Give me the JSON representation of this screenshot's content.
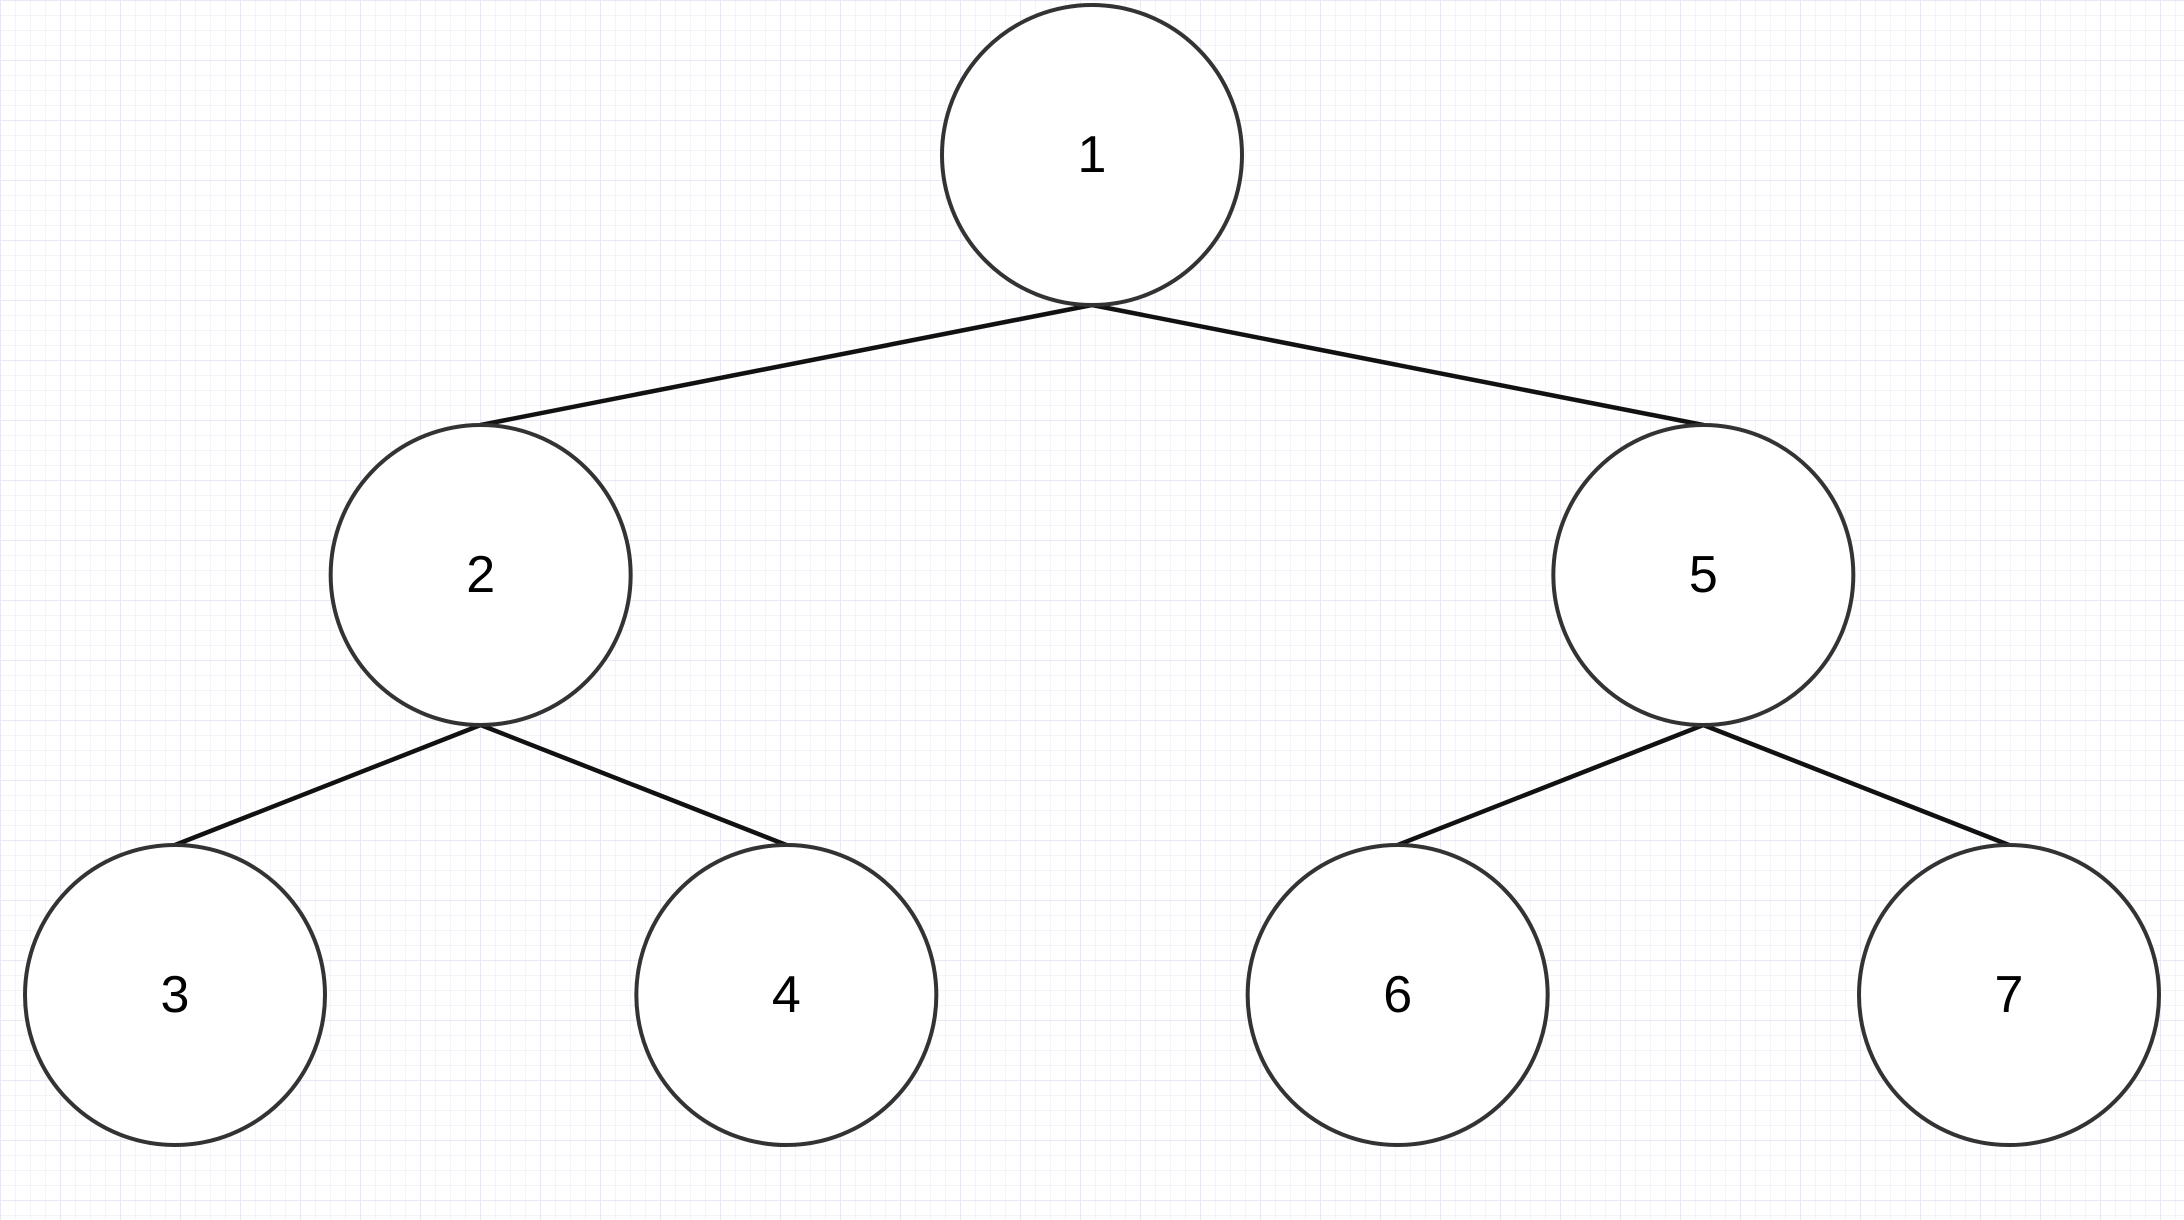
{
  "diagram": {
    "type": "binary-tree",
    "colors": {
      "node_stroke": "#333333",
      "node_fill": "#ffffff",
      "edge": "#111111",
      "label": "#000000"
    },
    "nodes": [
      {
        "id": "1",
        "label": "1",
        "parent": null
      },
      {
        "id": "2",
        "label": "2",
        "parent": "1"
      },
      {
        "id": "5",
        "label": "5",
        "parent": "1"
      },
      {
        "id": "3",
        "label": "3",
        "parent": "2"
      },
      {
        "id": "4",
        "label": "4",
        "parent": "2"
      },
      {
        "id": "6",
        "label": "6",
        "parent": "5"
      },
      {
        "id": "7",
        "label": "7",
        "parent": "5"
      }
    ],
    "edges": [
      {
        "from": "1",
        "to": "2"
      },
      {
        "from": "1",
        "to": "5"
      },
      {
        "from": "2",
        "to": "3"
      },
      {
        "from": "2",
        "to": "4"
      },
      {
        "from": "5",
        "to": "6"
      },
      {
        "from": "5",
        "to": "7"
      }
    ]
  }
}
